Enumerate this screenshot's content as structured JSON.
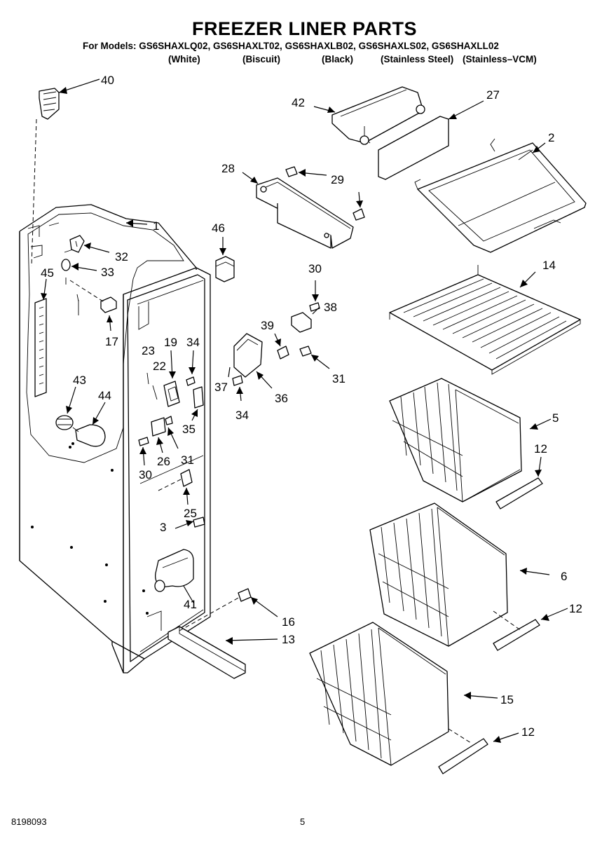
{
  "title": "FREEZER LINER PARTS",
  "models_line": "For Models: GS6SHAXLQ02, GS6SHAXLT02, GS6SHAXLB02, GS6SHAXLS02, GS6SHAXLL02",
  "finishes": [
    "(White)",
    "(Biscuit)",
    "(Black)",
    "(Stainless Steel)",
    "(Stainless–VCM)"
  ],
  "footer": {
    "doc_number": "8198093",
    "page_number": "5"
  },
  "callouts": {
    "c1": "1",
    "c2": "2",
    "c3": "3",
    "c5": "5",
    "c6": "6",
    "c12a": "12",
    "c12b": "12",
    "c12c": "12",
    "c13": "13",
    "c14": "14",
    "c15": "15",
    "c16": "16",
    "c17": "17",
    "c19": "19",
    "c22": "22",
    "c23": "23",
    "c25": "25",
    "c26": "26",
    "c27": "27",
    "c28": "28",
    "c29": "29",
    "c30a": "30",
    "c30b": "30",
    "c31a": "31",
    "c31b": "31",
    "c32": "32",
    "c33": "33",
    "c34a": "34",
    "c34b": "34",
    "c35": "35",
    "c36": "36",
    "c37": "37",
    "c38": "38",
    "c39": "39",
    "c40": "40",
    "c41": "41",
    "c42": "42",
    "c43": "43",
    "c44": "44",
    "c45": "45",
    "c46": "46"
  }
}
